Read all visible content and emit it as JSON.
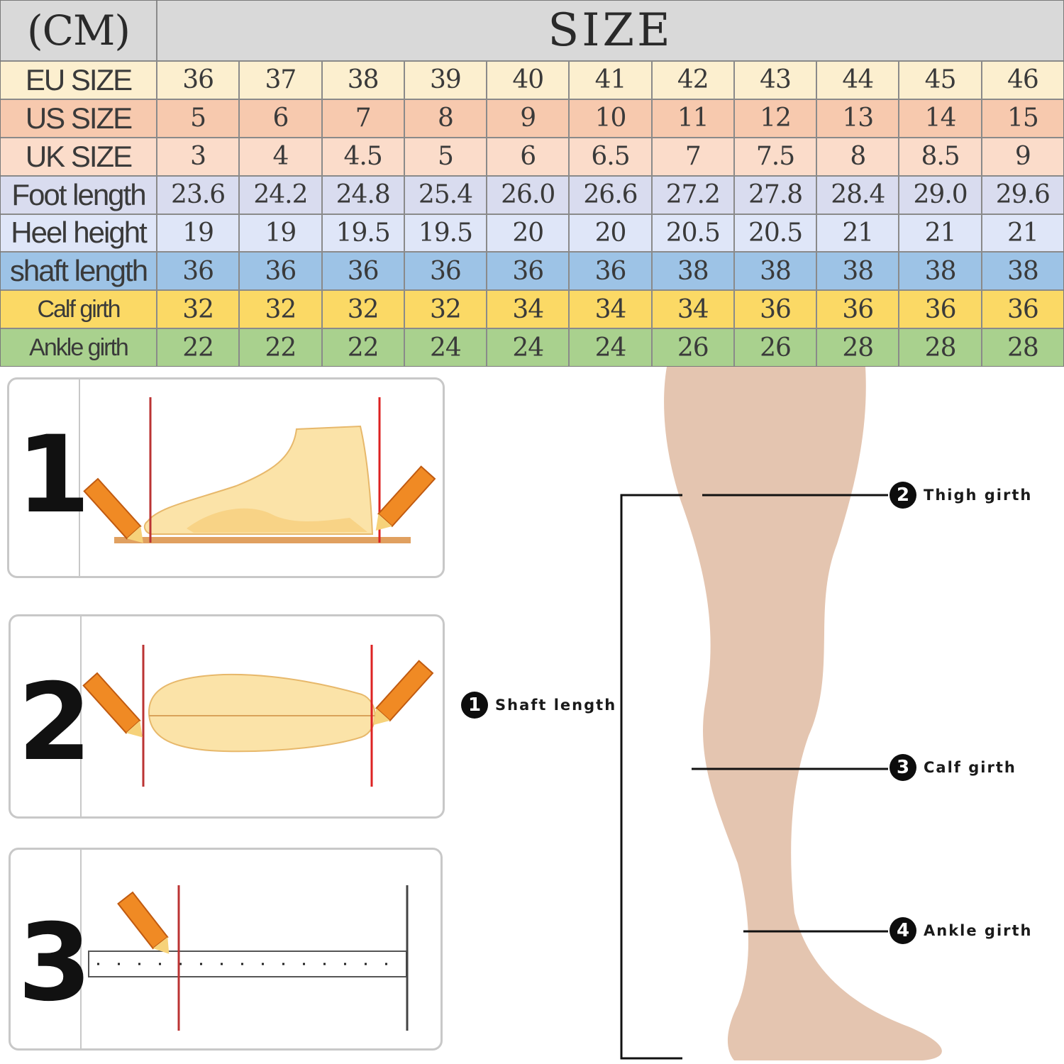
{
  "table": {
    "unit_label": "(CM)",
    "title": "SIZE",
    "rows": [
      {
        "label": "EU SIZE",
        "values": [
          "36",
          "37",
          "38",
          "39",
          "40",
          "41",
          "42",
          "43",
          "44",
          "45",
          "46"
        ],
        "color": "#fcefcf"
      },
      {
        "label": "US SIZE",
        "values": [
          "5",
          "6",
          "7",
          "8",
          "9",
          "10",
          "11",
          "12",
          "13",
          "14",
          "15"
        ],
        "color": "#f7c9ae"
      },
      {
        "label": "UK SIZE",
        "values": [
          "3",
          "4",
          "4.5",
          "5",
          "6",
          "6.5",
          "7",
          "7.5",
          "8",
          "8.5",
          "9"
        ],
        "color": "#fbdcca"
      },
      {
        "label": "Foot length",
        "values": [
          "23.6",
          "24.2",
          "24.8",
          "25.4",
          "26.0",
          "26.6",
          "27.2",
          "27.8",
          "28.4",
          "29.0",
          "29.6"
        ],
        "color": "#d9dcef"
      },
      {
        "label": "Heel height",
        "values": [
          "19",
          "19",
          "19.5",
          "19.5",
          "20",
          "20",
          "20.5",
          "20.5",
          "21",
          "21",
          "21"
        ],
        "color": "#dfe6f8"
      },
      {
        "label": "shaft length",
        "values": [
          "36",
          "36",
          "36",
          "36",
          "36",
          "36",
          "38",
          "38",
          "38",
          "38",
          "38"
        ],
        "color": "#9dc3e6"
      },
      {
        "label": "Calf girth",
        "values": [
          "32",
          "32",
          "32",
          "32",
          "34",
          "34",
          "34",
          "36",
          "36",
          "36",
          "36"
        ],
        "color": "#fbd965"
      },
      {
        "label": "Ankle girth",
        "values": [
          "22",
          "22",
          "22",
          "24",
          "24",
          "24",
          "26",
          "26",
          "28",
          "28",
          "28"
        ],
        "color": "#a9d18e"
      }
    ]
  },
  "steps": [
    {
      "number": "1",
      "icon": "foot-side-measure-icon"
    },
    {
      "number": "2",
      "icon": "foot-top-measure-icon"
    },
    {
      "number": "3",
      "icon": "ruler-measure-icon"
    }
  ],
  "leg_diagram": {
    "callouts": [
      {
        "number": "1",
        "label": "Shaft length"
      },
      {
        "number": "2",
        "label": "Thigh girth"
      },
      {
        "number": "3",
        "label": "Calf girth"
      },
      {
        "number": "4",
        "label": "Ankle girth"
      }
    ],
    "skin_color": "#e4c5b0"
  }
}
